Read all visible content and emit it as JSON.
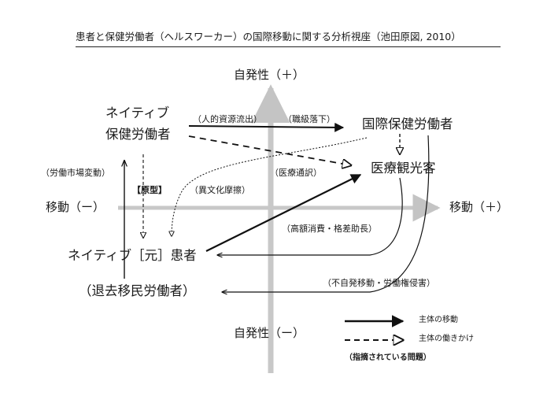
{
  "title": "患者と保健労働者（ヘルスワーカー）の国際移動に関する分析視座（池田原図, 2010）",
  "axes": {
    "top": "自発性（＋）",
    "bottom": "自発性（ー）",
    "left": "移動（ー）",
    "right": "移動（＋）"
  },
  "nodes": {
    "native_health_worker_line1": "ネイティブ",
    "native_health_worker_line2": "保健労働者",
    "intl_health_worker": "国際保健労働者",
    "medical_tourist": "医療観光客",
    "native_former_patient": "ネイティブ［元］患者",
    "retired_migrant": "（退去移民労働者）"
  },
  "annotations": {
    "human_resource_outflow": "（人的資源流出）",
    "job_level_drop": "（職級落下）",
    "labor_market_change": "（労働市場変動）",
    "prototype": "【原型】",
    "medical_interpreter": "（医療通訳）",
    "cultural_friction": "（異文化摩擦）",
    "high_spending": "（高額消費・格差助長）",
    "involuntary_movement": "（不自発移動・労働権侵害）"
  },
  "legend": {
    "solid_label": "主体の移動",
    "dashed_label": "主体の働きかけ",
    "issues_label": "（指摘されている問題）"
  }
}
